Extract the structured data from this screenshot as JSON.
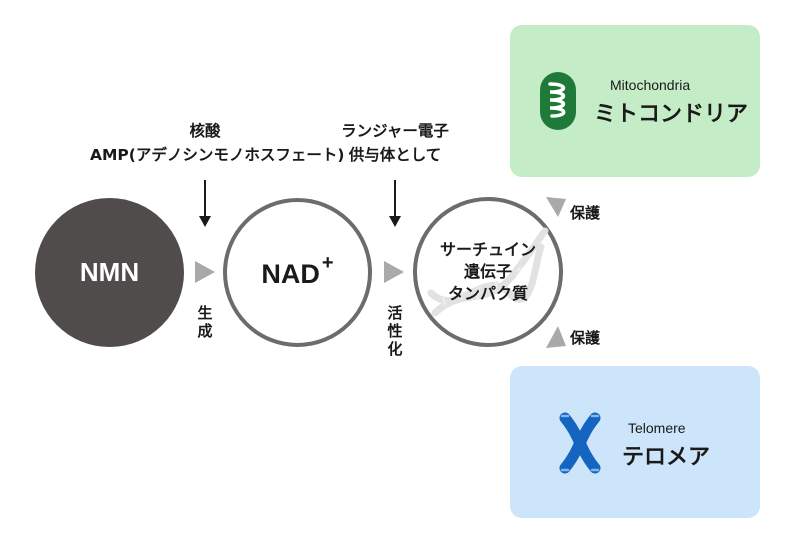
{
  "nodes": {
    "nmn": "NMN",
    "nad": "NAD",
    "nad_sup": "+",
    "sirtuin_lines": [
      "サーチュイン",
      "遺伝子",
      "タンパク質"
    ]
  },
  "inputs": {
    "nucleic_line1": "核酸",
    "nucleic_line2": "AMP(アデノシンモノホスフェート)",
    "electron_line1": "ランジャー電子",
    "electron_line2": "供与体として"
  },
  "labels": {
    "generate": [
      "生",
      "成"
    ],
    "activate": [
      "活",
      "性",
      "化"
    ],
    "protect_top": "保護",
    "protect_bottom": "保護"
  },
  "cards": {
    "mitochondria": {
      "en": "Mitochondria",
      "jp": "ミトコンドリア",
      "icon": "mitochondria-icon"
    },
    "telomere": {
      "en": "Telomere",
      "jp": "テロメア",
      "icon": "chromosome-icon"
    }
  },
  "colors": {
    "nmn_fill": "#504c4c",
    "ring": "#6c6c6c",
    "arrow_gray": "#a9a9a9",
    "mito_card": "#c4ecc6",
    "telo_card": "#cde5fa",
    "mito_icon": "#1f7a3a",
    "telo_icon": "#1565c0"
  }
}
